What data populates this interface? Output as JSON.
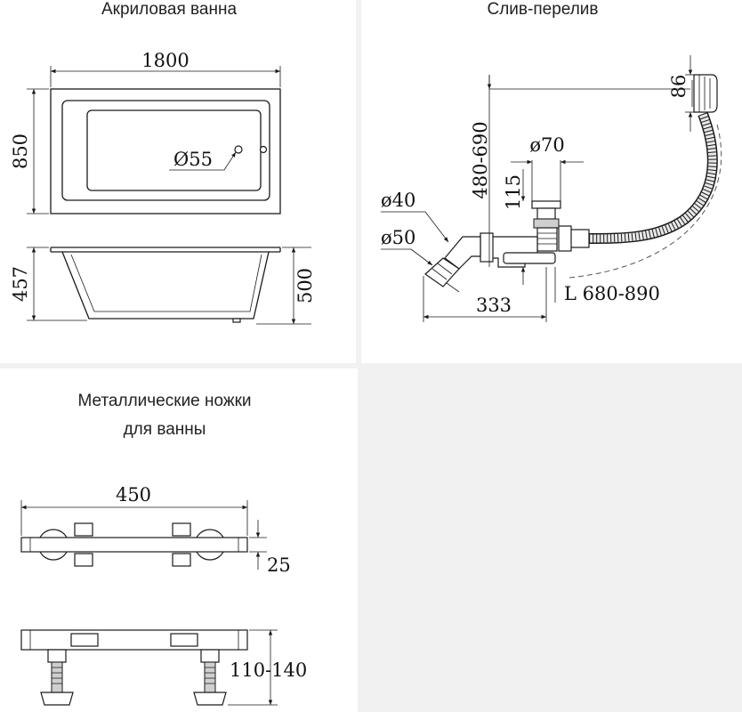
{
  "titles": {
    "bath": "Акриловая ванна",
    "drain": "Слив-перелив",
    "legs_line1": "Металлические ножки",
    "legs_line2": "для ванны"
  },
  "bath": {
    "length": "1800",
    "width": "850",
    "hole": "Ø55",
    "height_front": "457",
    "height_total": "500"
  },
  "drain": {
    "overflow_height": "480-690",
    "overflow_size": "86",
    "outlet_diameter": "ø70",
    "outlet_height": "115",
    "pipe_40": "ø40",
    "pipe_50": "ø50",
    "length_333": "333",
    "hose_length": "L 680-890"
  },
  "legs": {
    "width": "450",
    "bar_height": "25",
    "adjust_height": "110-140"
  },
  "colors": {
    "panel_background": "#f1f1f1",
    "line": "#1a1a1a"
  }
}
